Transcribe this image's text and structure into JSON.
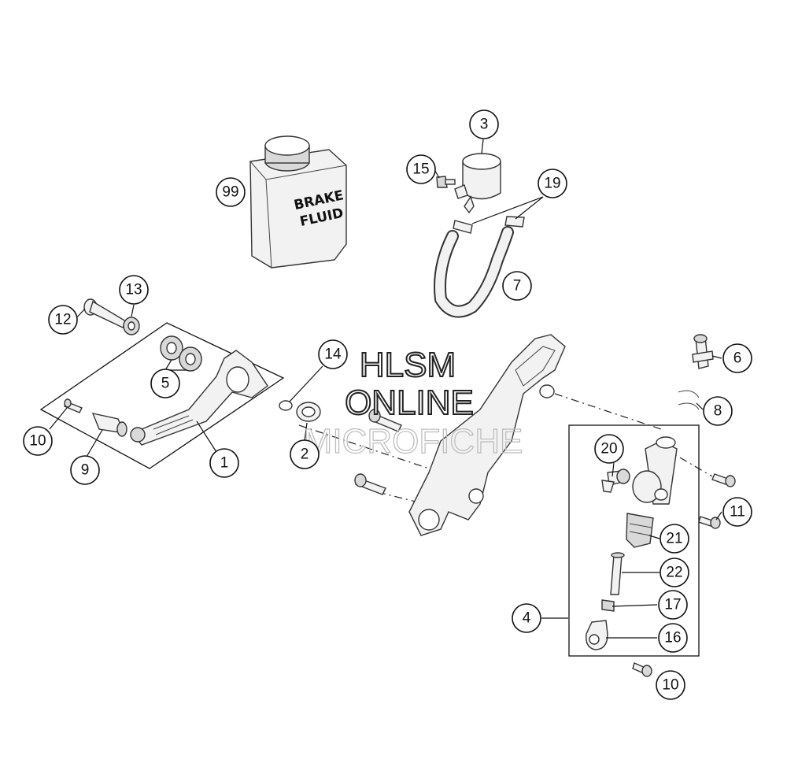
{
  "watermark": {
    "line1": "HLSM",
    "line2": "ONLINE",
    "line3": "MICROFICHE"
  },
  "can_label": {
    "line1": "BRAKE",
    "line2": "FLUID"
  },
  "callouts": [
    {
      "id": "c99",
      "label": "99"
    },
    {
      "id": "c3",
      "label": "3"
    },
    {
      "id": "c15",
      "label": "15"
    },
    {
      "id": "c19",
      "label": "19"
    },
    {
      "id": "c7",
      "label": "7"
    },
    {
      "id": "c13",
      "label": "13"
    },
    {
      "id": "c12",
      "label": "12"
    },
    {
      "id": "c5",
      "label": "5"
    },
    {
      "id": "c10a",
      "label": "10"
    },
    {
      "id": "c9",
      "label": "9"
    },
    {
      "id": "c1",
      "label": "1"
    },
    {
      "id": "c14",
      "label": "14"
    },
    {
      "id": "c2",
      "label": "2"
    },
    {
      "id": "c6",
      "label": "6"
    },
    {
      "id": "c8",
      "label": "8"
    },
    {
      "id": "c20",
      "label": "20"
    },
    {
      "id": "c11",
      "label": "11"
    },
    {
      "id": "c21",
      "label": "21"
    },
    {
      "id": "c22",
      "label": "22"
    },
    {
      "id": "c4",
      "label": "4"
    },
    {
      "id": "c17",
      "label": "17"
    },
    {
      "id": "c16",
      "label": "16"
    },
    {
      "id": "c10b",
      "label": "10"
    }
  ]
}
